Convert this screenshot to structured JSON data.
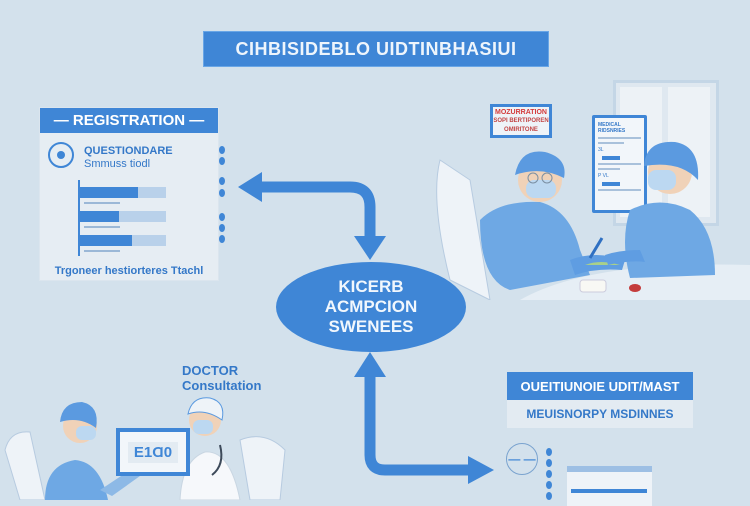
{
  "title": "CIHBISIDEBLO UIDTINBHASIUI",
  "registration": {
    "header": "REGISTRATION",
    "questionnaire_title": "QUESTIONDARE",
    "questionnaire_subtitle": "Smmuss  tiodl",
    "progress_bars": [
      0.68,
      0.45,
      0.6
    ],
    "footer": "Trgoneer hestiorteres Ttachl"
  },
  "center": {
    "line1": "KICERB",
    "line2": "ACMPCION",
    "line3": "SWENEES"
  },
  "doctor": {
    "line1": "DOCTOR",
    "line2": "Consultation",
    "monitor_label": "E1Ɑ0"
  },
  "treatment": {
    "poster_line1": "MOZURRATION",
    "poster_line2": "SOPI BERTIPOREN",
    "poster_line3": "OMIRITONE",
    "monitor_title": "MEDICAL RIDSNRIES",
    "monitor_rows": [
      "3L",
      "P VL"
    ]
  },
  "outcome": {
    "banner": "OUEITIUNOIE UDIT/MAST",
    "subtitle": "MEUISNORPY MSDINNES",
    "circle_text": "— —"
  },
  "colors": {
    "accent": "#3f86d6",
    "background": "#d3e1ec",
    "alert": "#d43a3a"
  }
}
